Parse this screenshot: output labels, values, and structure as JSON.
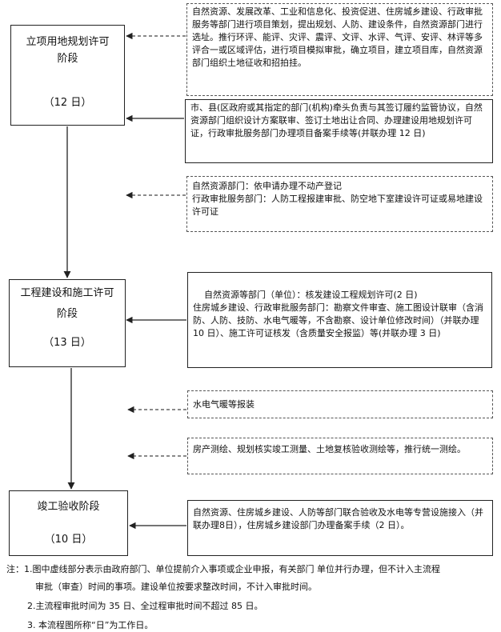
{
  "stages": [
    {
      "title_line1": "立项用地规划许可",
      "title_line2": "阶段",
      "days": "（12 日）"
    },
    {
      "title_line1": "工程建设和施工许可",
      "title_line2": "阶段",
      "days": "（13 日）"
    },
    {
      "title_line1": "竣工验收阶段",
      "days": "（10 日）"
    }
  ],
  "side_boxes": [
    {
      "text": "自然资源、发展改革、工业和信息化、投资促进、住房城乡建设、行政审批服务等部门进行项目策划，提出规划、人防、建设条件，自然资源部门进行选址。推行环评、能评、灾评、震评、文评、水评、气评、安评、林评等多评合一或区域评估，进行项目模拟审批，确立项目，建立项目库，自然资源部门组织土地征收和招拍挂。"
    },
    {
      "text": "市、县(区政府或其指定的部门(机构)牵头负责与其签订履约监管协议，自然资源部门组织设计方案联审、签订土地出让合同、办理建设用地规划许可证，行政审批服务部门办理项目备案手续等(并联办理 12 日)"
    },
    {
      "line1": "自然资源部门：依申请办理不动产登记",
      "line2": "行政审批服务部门：人防工程报建审批、防空地下室建设许可证或易地建设许可证"
    },
    {
      "text": "自然资源等部门（单位）：核发建设工程规划许可(2 日)\n住房城乡建设、行政审批服务部门：勘察文件审查、施工图设计联审（含消防、人防、技防、水电气暖等，不含勘察、设计单位修改时间）（并联办理 10 日）、施工许可证核发（含质量安全报监）等(并联办理 3 日)"
    },
    {
      "text": "水电气暖等报装"
    },
    {
      "text": "房产测绘、规划核实竣工测量、土地复核验收测绘等，推行统一测绘。"
    },
    {
      "text": "自然资源、住房城乡建设、人防等部门联合验收及水电等专营设施接入（并联办理8日），住房城乡建设部门办理备案手续（2 日）。"
    }
  ],
  "notes": {
    "line1": "注：1.图中虚线部分表示由政府部门、单位提前介入事项或企业申报，有关部门 单位并行办理，但不计入主流程",
    "line2": "审批（审查）时间的事项。建设单位按要求整改时间，不计入审批时间。",
    "line3": "2.主流程审批时间为 35 日、全过程审批时间不超过 85 日。",
    "line4": "3. 本流程图所称“日”为工作日。"
  },
  "colors": {
    "line": "#222222",
    "dash": "#555555"
  }
}
